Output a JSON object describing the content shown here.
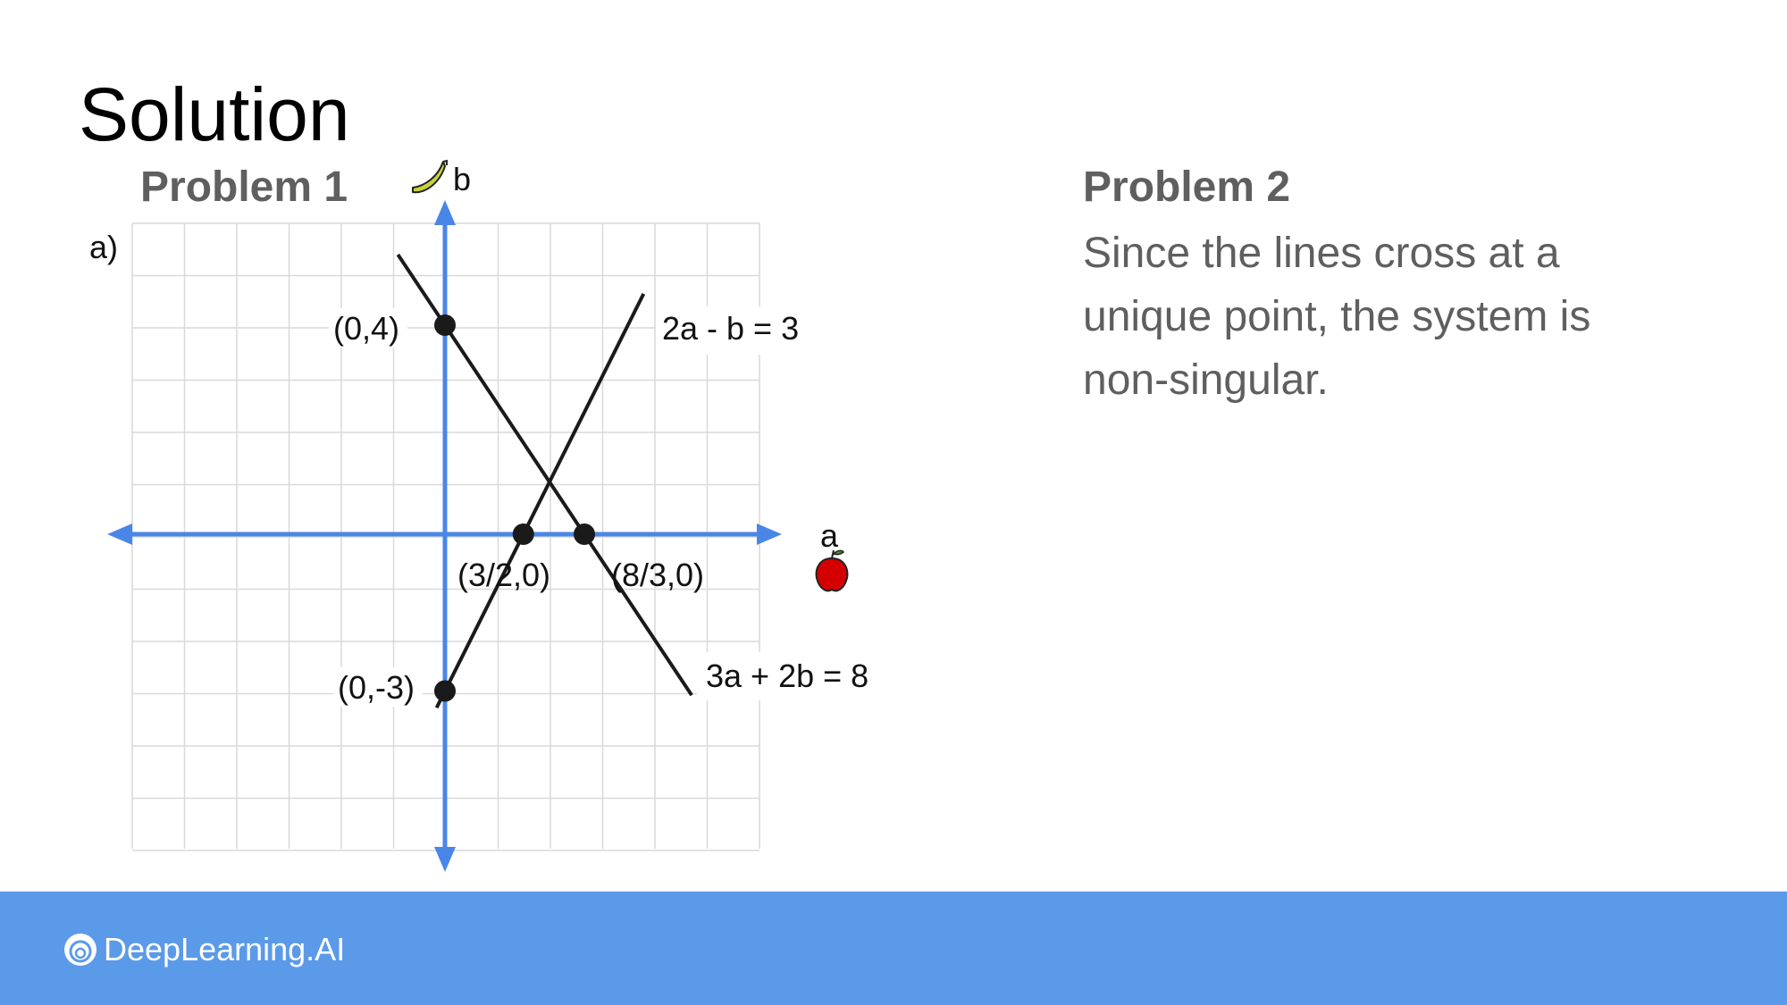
{
  "slide": {
    "title": "Solution"
  },
  "problem1": {
    "heading": "Problem 1",
    "part_label": "a)",
    "axes": {
      "x_label": "a",
      "y_label": "b",
      "x_icon": "apple-icon",
      "y_icon": "banana-icon"
    },
    "equations": [
      {
        "label": "2a - b = 3",
        "slope": 2,
        "intercept": -3
      },
      {
        "label": "3a + 2b = 8",
        "slope": -1.5,
        "intercept": 4
      }
    ],
    "points": [
      {
        "label": "(0,4)",
        "a": 0,
        "b": 4
      },
      {
        "label": "(0,-3)",
        "a": 0,
        "b": -3
      },
      {
        "label": "(3/2,0)",
        "a": 1.5,
        "b": 0
      },
      {
        "label": "(8/3,0)",
        "a": 2.6667,
        "b": 0
      }
    ]
  },
  "problem2": {
    "heading": "Problem 2",
    "text": "Since the lines cross at a unique point, the system is non-singular."
  },
  "footer": {
    "brand": "DeepLearning.AI"
  },
  "colors": {
    "axis": "#4a86e8",
    "footer": "#5b9ae8",
    "heading_gray": "#5f5f5f",
    "line": "#1a1a1a",
    "grid": "#d9d9d9",
    "apple": "#d40000",
    "banana": "#c9d23a"
  }
}
